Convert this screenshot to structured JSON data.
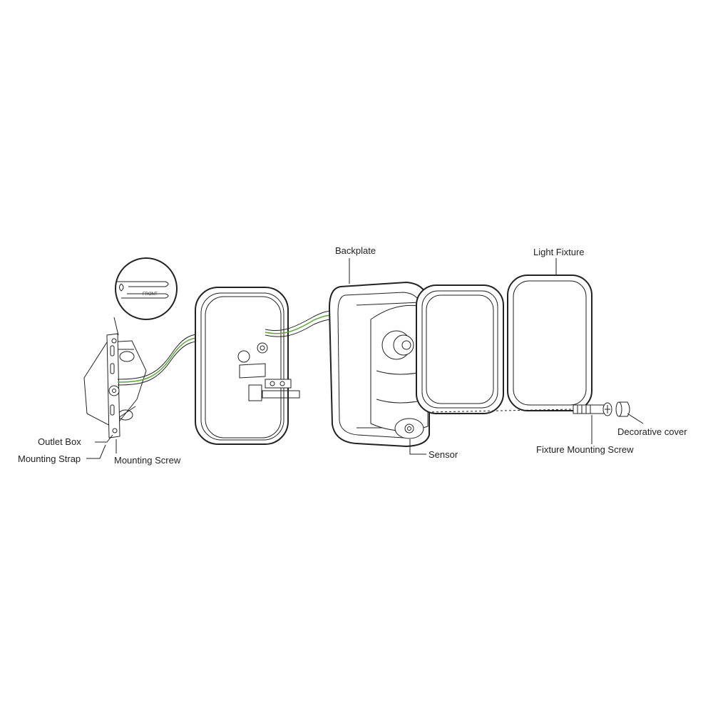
{
  "labels": {
    "outlet_box": "Outlet Box",
    "mounting_strap": "Mounting Strap",
    "mounting_screw": "Mounting Screw",
    "backplate": "Backplate",
    "light_fixture": "Light Fixture",
    "sensor": "Sensor",
    "fixture_mounting_screw": "Fixture Mounting Screw",
    "decorative_cover": "Decorative cover",
    "front": "FRONT"
  },
  "colors": {
    "line": "#222222",
    "ground_wire": "#5aa83a",
    "background": "#ffffff"
  }
}
